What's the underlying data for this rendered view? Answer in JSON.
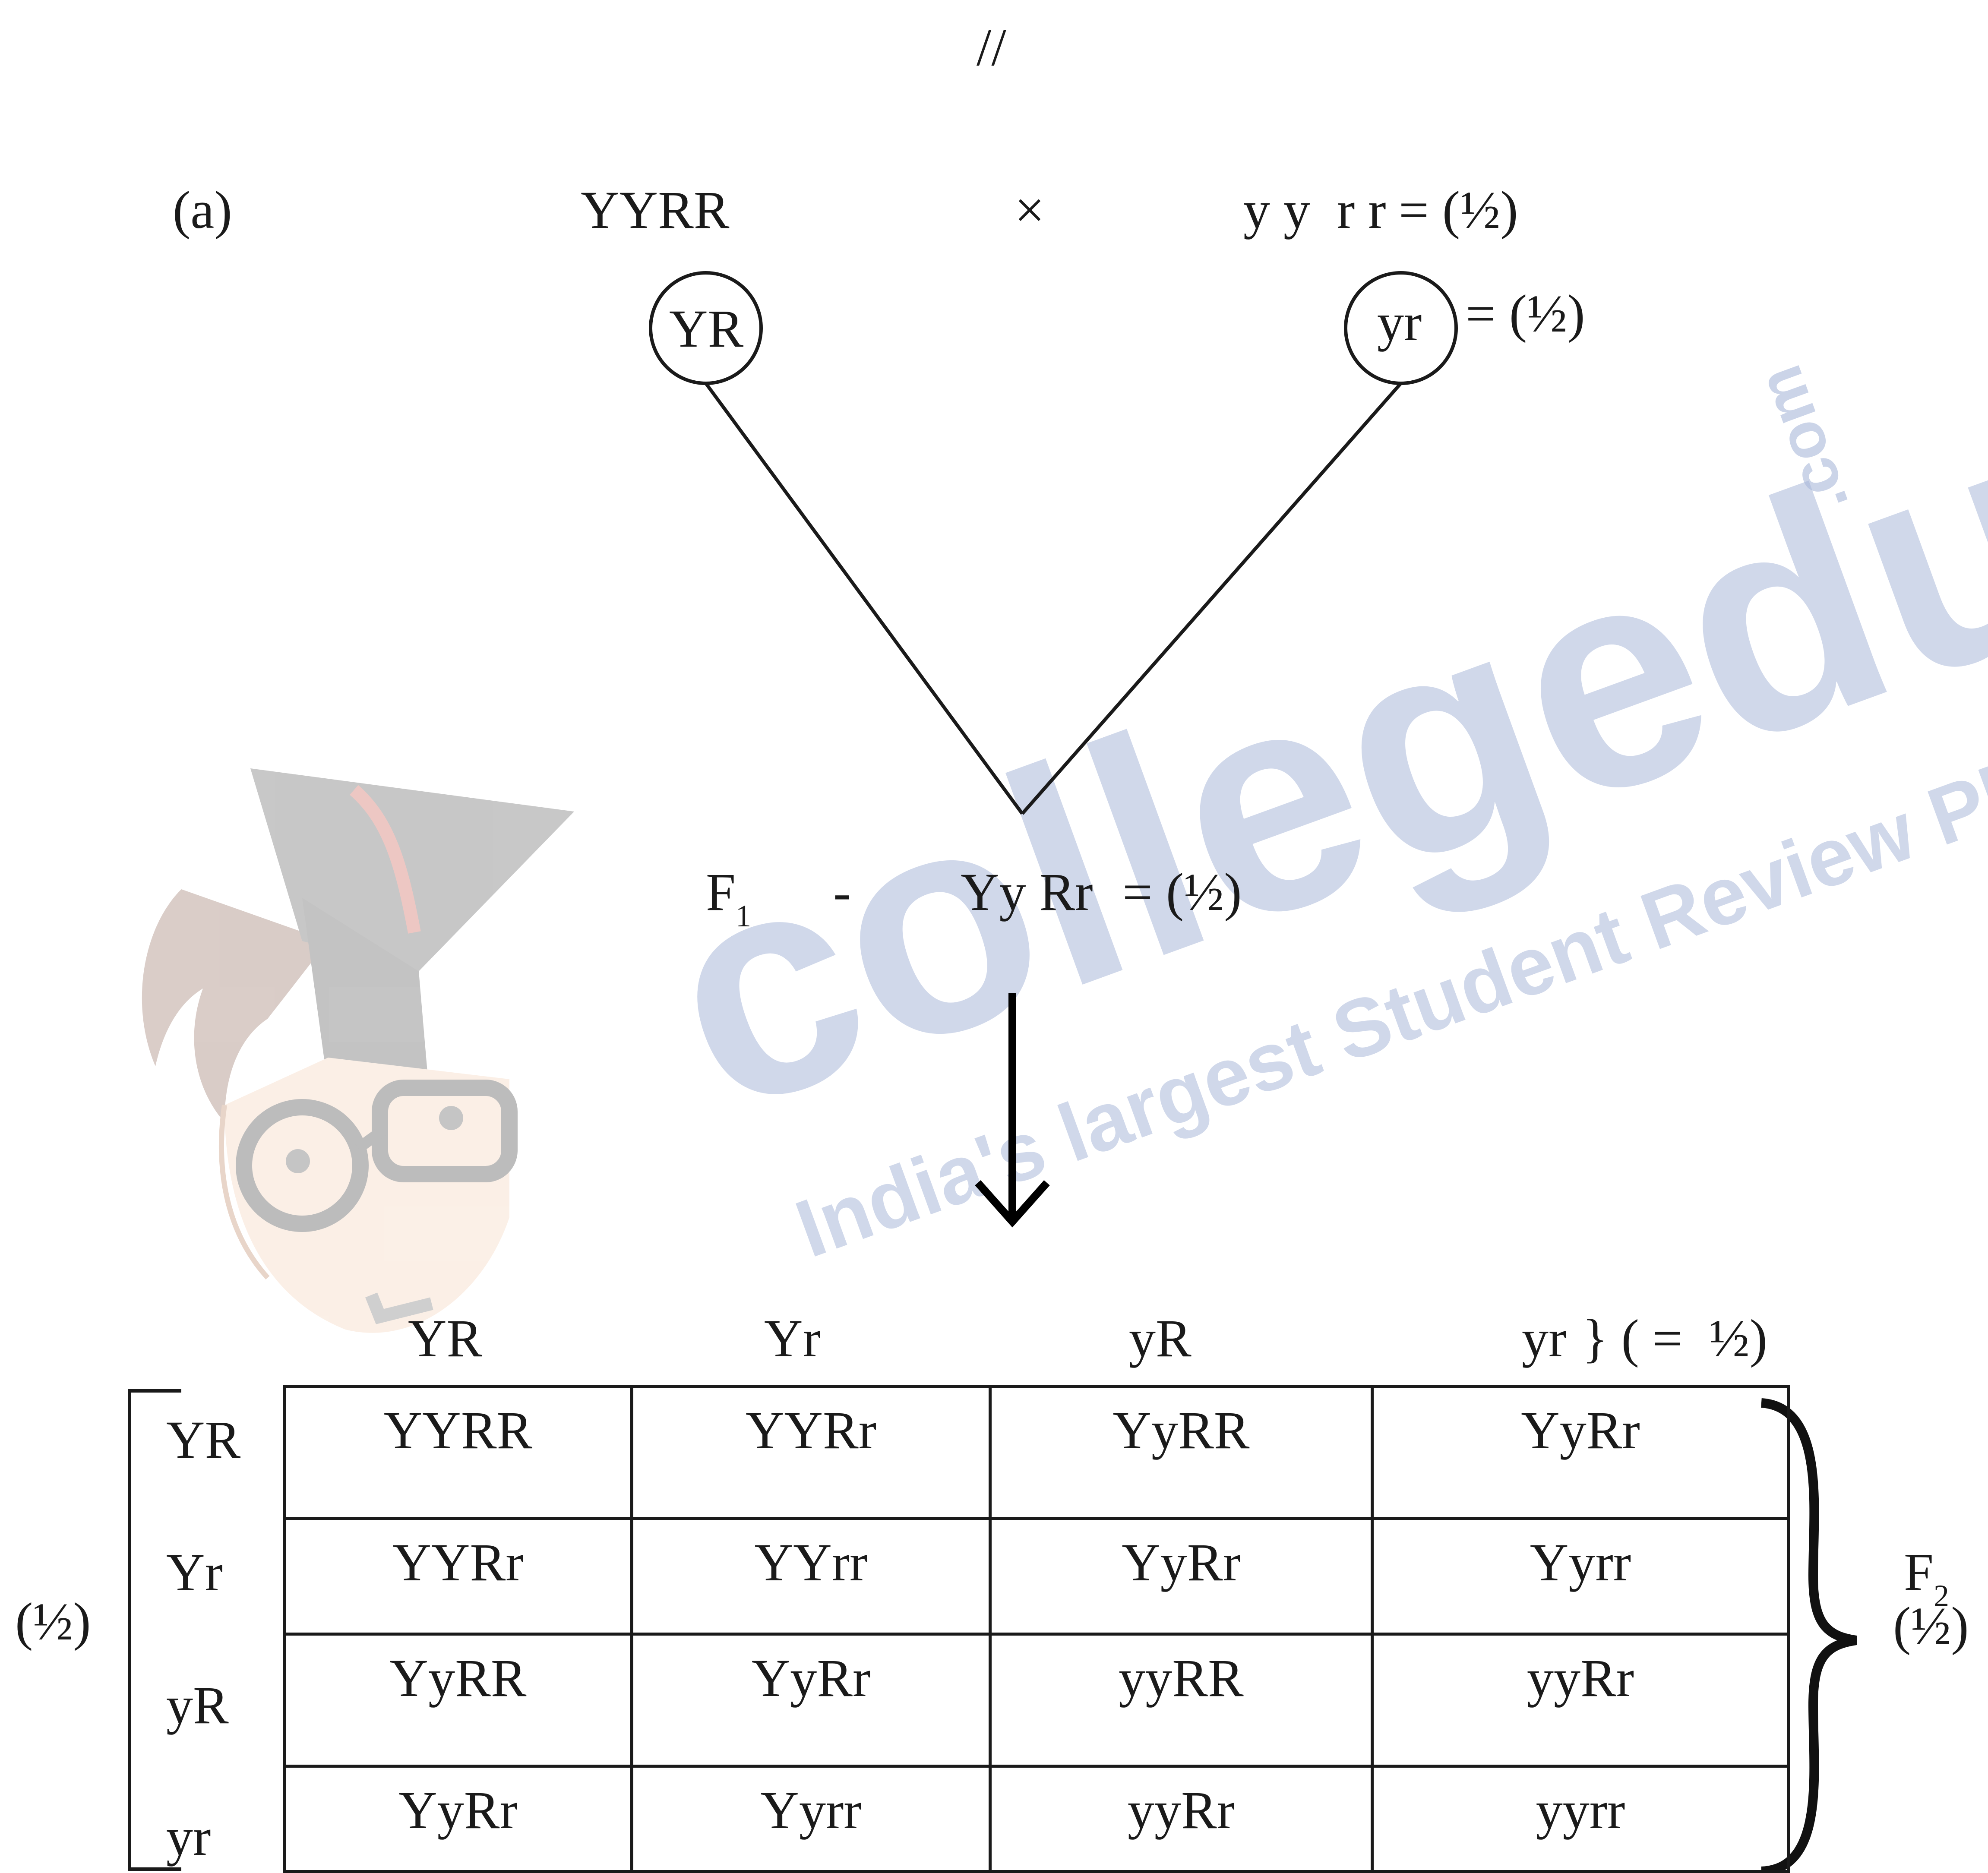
{
  "top_mark": "//",
  "part_label": "(a)",
  "parents": {
    "p1": "YYRR",
    "cross": "×",
    "p2": "y y  r r",
    "p2_mark": "= (½)"
  },
  "gametes": {
    "g1": "YR",
    "g2": "yr",
    "g2_mark": "= (½)"
  },
  "f1": {
    "label": "F",
    "label_sub": "1",
    "dash": "-",
    "genotype": "Yy Rr",
    "mark": "= (½)"
  },
  "punnett": {
    "col_headers": [
      "YR",
      "Yr",
      "yR",
      "yr"
    ],
    "col_header_mark": "} ( =  ½)",
    "row_headers": [
      "YR",
      "Yr",
      "yR",
      "yr"
    ],
    "left_mark": "(½)",
    "cells": [
      [
        "YYRR",
        "YYRr",
        "YyRR",
        "YyRr"
      ],
      [
        "YYRr",
        "YYrr",
        "YyRr",
        "Yyrr"
      ],
      [
        "YyRR",
        "YyRr",
        "yyRR",
        "yyRr"
      ],
      [
        "YyRr",
        "Yyrr",
        "yyRr",
        "yyrr"
      ]
    ],
    "right_label": "F",
    "right_label_sub": "2",
    "right_mark": "(½)"
  },
  "watermark": {
    "brand": "collegedunia",
    "domain": ".com",
    "tagline": "India's largest Student Review Platform"
  }
}
